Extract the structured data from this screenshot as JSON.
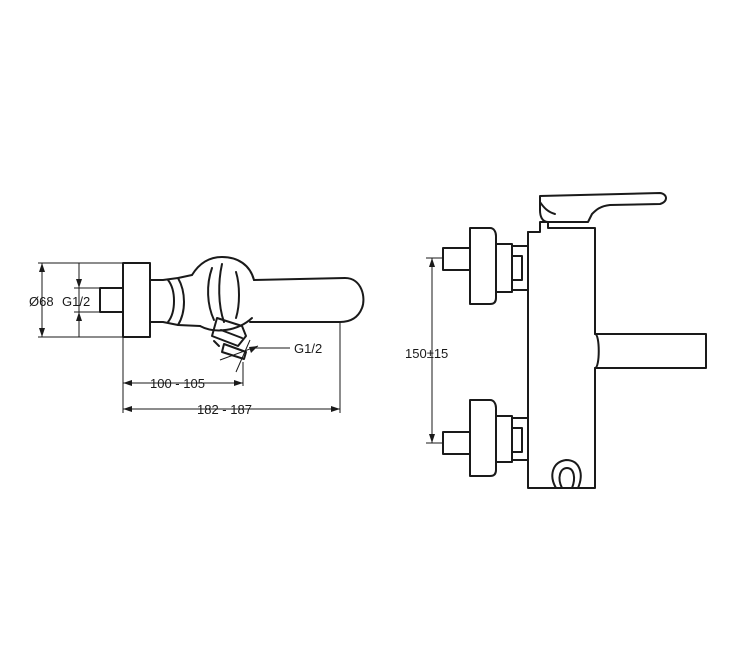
{
  "drawing": {
    "side_view": {
      "dimensions": {
        "diameter": "Ø68",
        "thread_inlet": "G1/2",
        "thread_outlet": "G1/2",
        "projection_short": "100 - 105",
        "projection_long": "182 - 187"
      }
    },
    "front_view": {
      "dimensions": {
        "centre_distance": "150±15"
      }
    }
  }
}
